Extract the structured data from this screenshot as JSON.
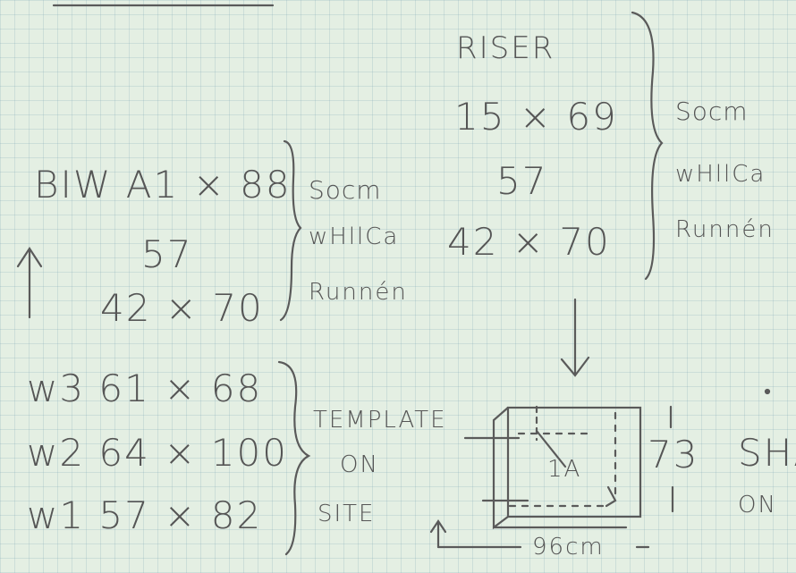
{
  "left_top": {
    "line1": "BIW A1 × 88",
    "line2": "57",
    "line3": "42 × 70",
    "note": [
      "Socm",
      "wHllCa",
      "Runnén"
    ]
  },
  "left_bottom": {
    "rows": [
      "w3  61 × 68",
      "w2  64 × 100",
      "w1  57 × 82"
    ],
    "note": [
      "TEMPLATE",
      "ON",
      "SITE"
    ]
  },
  "right_top": {
    "line1": "RISER",
    "line2": "15 × 69",
    "line3": "57",
    "line4": "42 × 70",
    "note": [
      "Socm",
      "wHllCa",
      "Runnén"
    ]
  },
  "sketch": {
    "inner_label": "1A",
    "side_label": "73",
    "bottom_label": "96cm",
    "right_note": [
      "SHA",
      "ON"
    ]
  }
}
